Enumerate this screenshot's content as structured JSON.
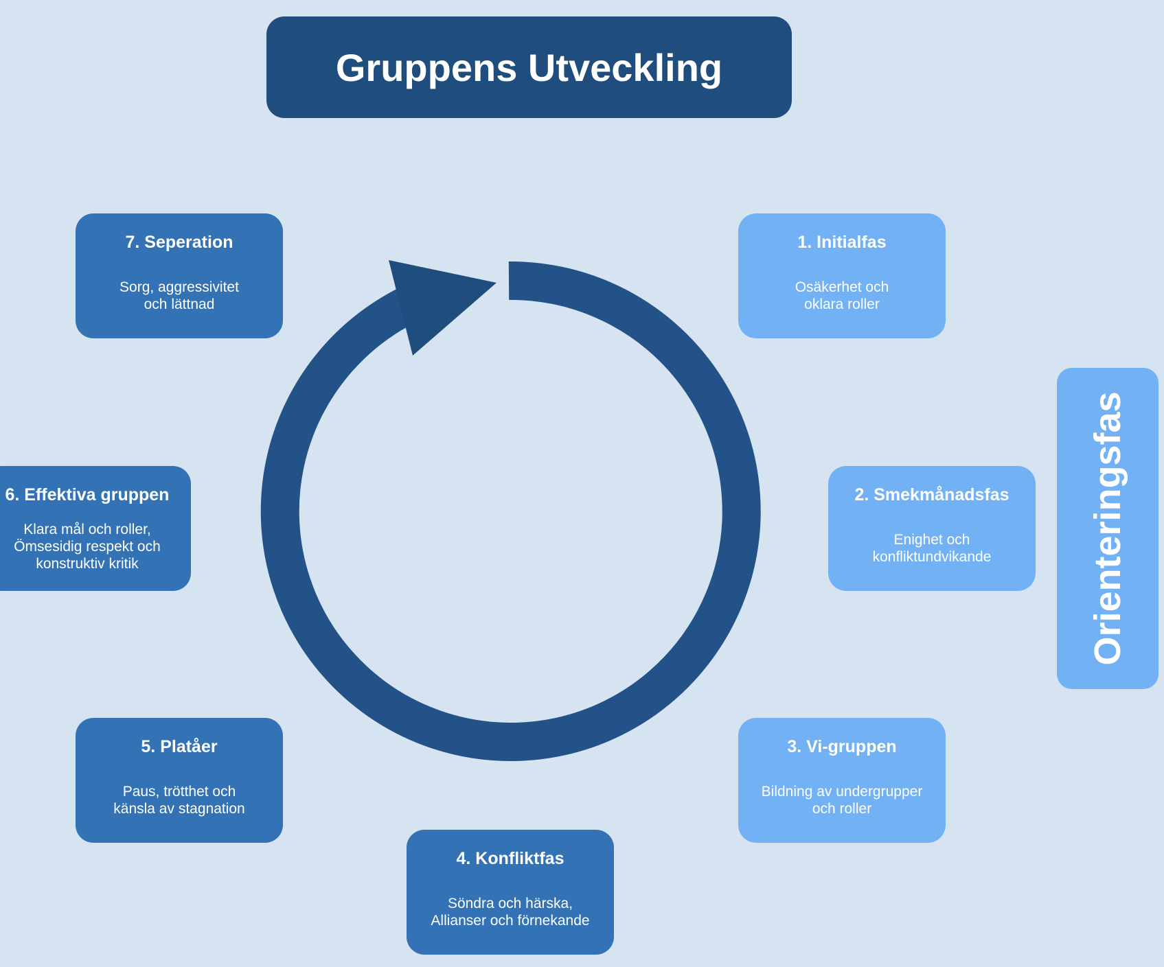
{
  "title": "Gruppens Utveckling",
  "side_label": "Orienteringsfas",
  "phases": [
    {
      "title": "1. Initialfas",
      "desc": [
        "Osäkerhet och",
        "oklara roller"
      ]
    },
    {
      "title": "2. Smekmånadsfas",
      "desc": [
        "Enighet och",
        "konfliktundvikande"
      ]
    },
    {
      "title": "3. Vi-gruppen",
      "desc": [
        "Bildning av undergrupper",
        "och roller"
      ]
    },
    {
      "title": "4. Konfliktfas",
      "desc": [
        "Söndra och härska,",
        "Allianser och förnekande"
      ]
    },
    {
      "title": "5. Platåer",
      "desc": [
        "Paus, trötthet och",
        "känsla av stagnation"
      ]
    },
    {
      "title": "6. Effektiva gruppen",
      "desc": [
        "Klara mål och roller,",
        "Ömsesidig respekt och",
        "konstruktiv kritik"
      ]
    },
    {
      "title": "7. Seperation",
      "desc": [
        "Sorg, aggressivitet",
        "och lättnad"
      ]
    }
  ],
  "colors": {
    "background": "#d6e3f0",
    "title_bg": "#1f4d7d",
    "arrow": "#1f4d7d",
    "phase_dark": "#3373b5",
    "phase_light": "#73b1f5"
  }
}
